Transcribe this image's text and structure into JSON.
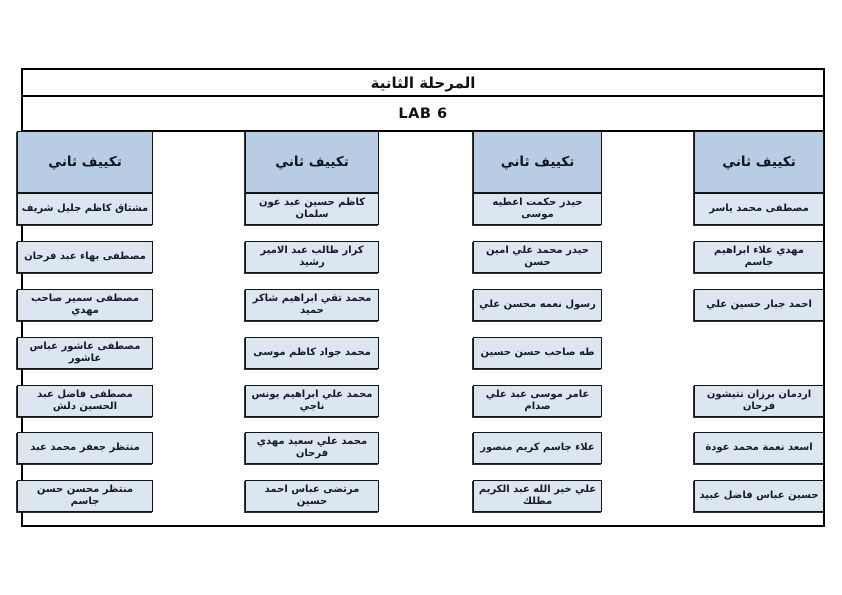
{
  "document": {
    "title": "المرحلة الثانية",
    "subtitle": "LAB 6"
  },
  "colors": {
    "header_fill": "#b8cce4",
    "student_fill": "#dce6f1",
    "border": "#000000"
  },
  "groups": [
    {
      "header": "تكييف ثاني",
      "students": [
        {
          "row": 0,
          "name": "مصطفى محمد ياسر"
        },
        {
          "row": 1,
          "name": "مهدي علاء ابراهيم جاسم"
        },
        {
          "row": 2,
          "name": "احمد جبار حسين علي"
        },
        {
          "row": 4,
          "name": "اردمان برزان نتيشون فرحان"
        },
        {
          "row": 5,
          "name": "اسعد نعمة محمد عودة"
        },
        {
          "row": 6,
          "name": "حسين عباس فاضل عبيد"
        }
      ]
    },
    {
      "header": "تكييف ثاني",
      "students": [
        {
          "row": 0,
          "name": "حيدر حكمت اعطيه موسى"
        },
        {
          "row": 1,
          "name": "حيدر محمد علي امين حسن"
        },
        {
          "row": 2,
          "name": "رسول نعمه محسن علي"
        },
        {
          "row": 3,
          "name": "طه صاحب حسن حسين"
        },
        {
          "row": 4,
          "name": "عامر موسى عبد علي صدام"
        },
        {
          "row": 5,
          "name": "علاء جاسم كريم منصور"
        },
        {
          "row": 6,
          "name": "علي خير الله عبد الكريم مطلك"
        }
      ]
    },
    {
      "header": "تكييف ثاني",
      "students": [
        {
          "row": 0,
          "name": "كاظم حسين عبد عون سلمان"
        },
        {
          "row": 1,
          "name": "كرار طالب عبد الامير رشيد"
        },
        {
          "row": 2,
          "name": "محمد تقي ابراهيم شاكر حميد"
        },
        {
          "row": 3,
          "name": "محمد جواد كاظم موسى"
        },
        {
          "row": 4,
          "name": "محمد علي ابراهيم يونس ناجي"
        },
        {
          "row": 5,
          "name": "محمد علي سعيد مهدي فرحان"
        },
        {
          "row": 6,
          "name": "مرتضى عباس احمد حسين"
        }
      ]
    },
    {
      "header": "تكييف ثاني",
      "students": [
        {
          "row": 0,
          "name": "مشتاق كاظم جليل شريف"
        },
        {
          "row": 1,
          "name": "مصطفى بهاء عبد فرحان"
        },
        {
          "row": 2,
          "name": "مصطفى سمير صاحب مهدي"
        },
        {
          "row": 3,
          "name": "مصطفى عاشور عباس عاشور"
        },
        {
          "row": 4,
          "name": "مصطفى فاضل عبد الحسين دلش"
        },
        {
          "row": 5,
          "name": "منتظر جعفر محمد عبد"
        },
        {
          "row": 6,
          "name": "منتظر محسن حسن جاسم"
        }
      ]
    }
  ]
}
